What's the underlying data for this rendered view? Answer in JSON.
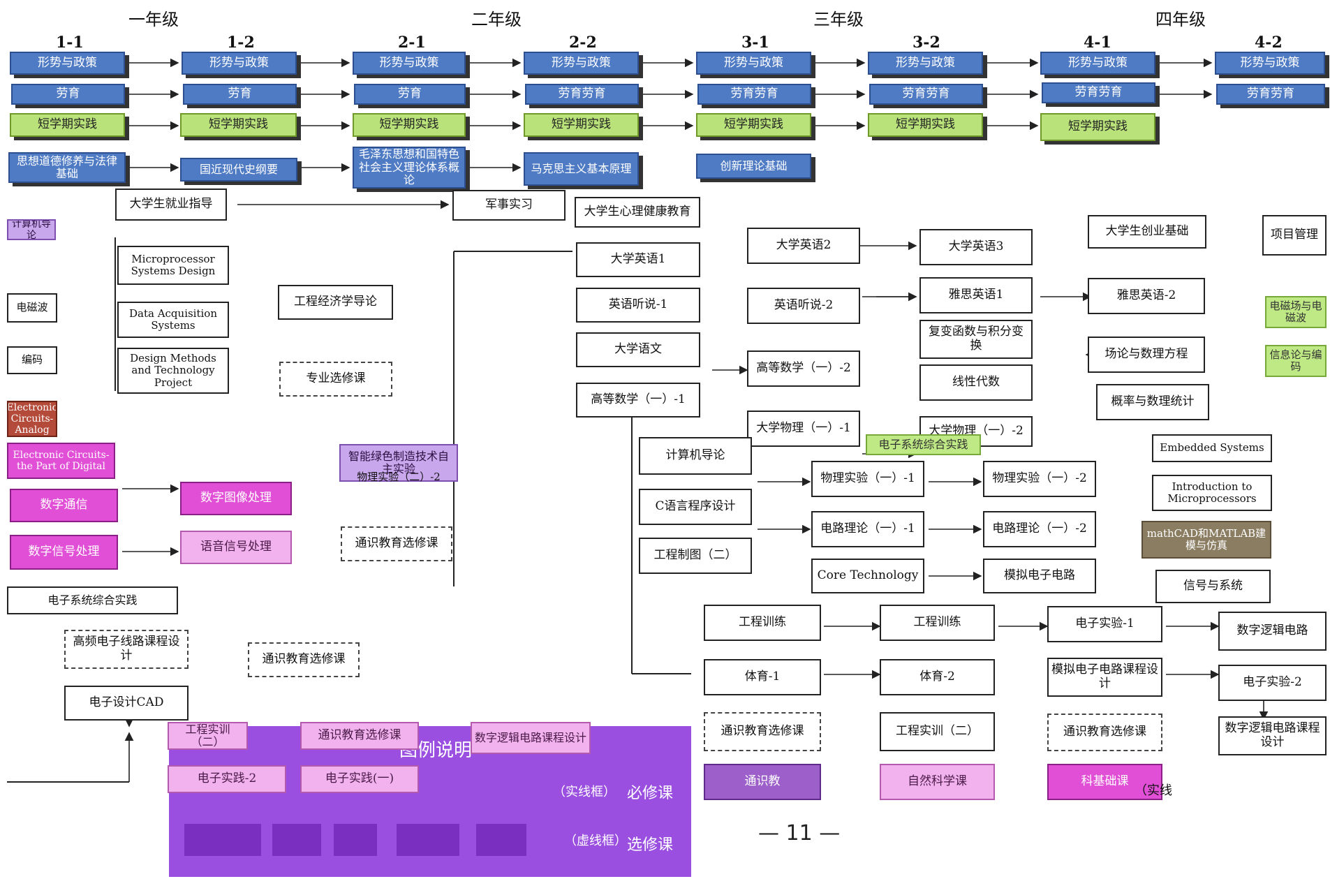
{
  "years": [
    "一年级",
    "二年级",
    "三年级",
    "四年级"
  ],
  "semesters": [
    "1-1",
    "1-2",
    "2-1",
    "2-2",
    "3-1",
    "3-2",
    "4-1",
    "4-2"
  ],
  "rows": {
    "policy": [
      "形势与政策",
      "形势与政策",
      "形势与政策",
      "形势与政策",
      "形势与政策",
      "形势与政策",
      "形势与政策",
      "形势与政策"
    ],
    "labor": [
      "劳育",
      "劳育",
      "劳育",
      "劳育劳育",
      "劳育劳育",
      "劳育劳育",
      "劳育劳育",
      "劳育劳育"
    ],
    "practice": [
      "短学期实践",
      "短学期实践",
      "短学期实践",
      "短学期实践",
      "短学期实践",
      "短学期实践",
      "短学期实践"
    ],
    "ideology": [
      "思想道德修养与法律基础",
      "国近现代史纲要",
      "毛泽东思想和国特色社会主义理论体系概论",
      "马克思主义基本原理",
      "创新理论基础"
    ]
  },
  "courses": {
    "c01": "大学生就业指导",
    "c02": "军事实习",
    "c03": "大学生心理健康教育",
    "c04": "大学生创业基础",
    "c05": "项目管理",
    "c06": "Microprocessor Systems Design",
    "c07": "Data Acquisition Systems",
    "c08": "Design Methods and Technology Project",
    "c09": "工程经济学导论",
    "c10": "专业选修课",
    "c11": "大学英语1",
    "c12": "英语听说-1",
    "c13": "大学语文",
    "c14": "高等数学（一）-1",
    "c15": "大学英语2",
    "c16": "大学英语3",
    "c17": "英语听说-2",
    "c18": "雅思英语1",
    "c19": "雅思英语-2",
    "c20": "复变函数与积分变换",
    "c21": "线性代数",
    "c22": "高等数学（一）-2",
    "c23": "场论与数理方程",
    "c24": "概率与数理统计",
    "c25": "大学物理（一）-1",
    "c26": "大学物理（一）-2",
    "c27": "电子系统综合实践",
    "c28": "Embedded Systems",
    "c29": "Introduction to Microprocessors",
    "c30": "mathCAD和MATLAB建模与仿真",
    "c31": "计算机导论",
    "c32": "C语言程序设计",
    "c33": "工程制图（二）",
    "c34": "物理实验（一）-1",
    "c35": "物理实验（一）-2",
    "c36": "电路理论（一）-1",
    "c37": "电路理论（一）-2",
    "c38": "Core Technology",
    "c39": "模拟电子电路",
    "c40": "信号与系统",
    "c41": "电磁场与电磁波",
    "c42": "信息论与编码",
    "c43": "数字图像处理",
    "c44": "语音信号处理",
    "c45": "通识教育选修课",
    "c46": "数字通信",
    "c47": "数字信号处理",
    "c48": "智能绿色制造技术自主实验",
    "c49": "物理实验（二）-2",
    "c50": "电子系统综合实践",
    "c51": "高频电子线路课程设计",
    "c52": "通识教育选修课",
    "c53": "电子设计CAD",
    "c54": "工程训练",
    "c55": "工程训练",
    "c56": "电子实验-1",
    "c57": "数字逻辑电路",
    "c58": "体育-1",
    "c59": "体育-2",
    "c60": "模拟电子电路课程设计",
    "c61": "电子实验-2",
    "c62": "通识教育选修课",
    "c63": "工程实训（二）",
    "c64": "通识教育选修课",
    "c65": "数字逻辑电路课程设计",
    "c66": "Electronic Circuits-Analog",
    "c67": "Electronic Circuits-the Part of Digital",
    "c68": "计算机导论",
    "c69": "电磁波",
    "c70": "编码"
  },
  "legend": {
    "title": "图例说明",
    "items": [
      "电子实践-2",
      "电子实践(一)",
      "通识教育选修课",
      "数字逻辑电路课程设计",
      "工程实训（二）"
    ],
    "solid_label": "（实线框）",
    "required_label": "必修课",
    "dashed_label": "（虚线框）",
    "elective_label": "选修课",
    "bottom_labels": [
      "通识教",
      "自然科学课",
      "科基础课",
      "（实线"
    ]
  },
  "page_number": "— 11 —",
  "colors": {
    "blue": "#4f7bc4",
    "green": "#b9e27a",
    "purple": "#9d5fc9",
    "magenta": "#e14fd6",
    "legend": "#9b4fe0"
  }
}
